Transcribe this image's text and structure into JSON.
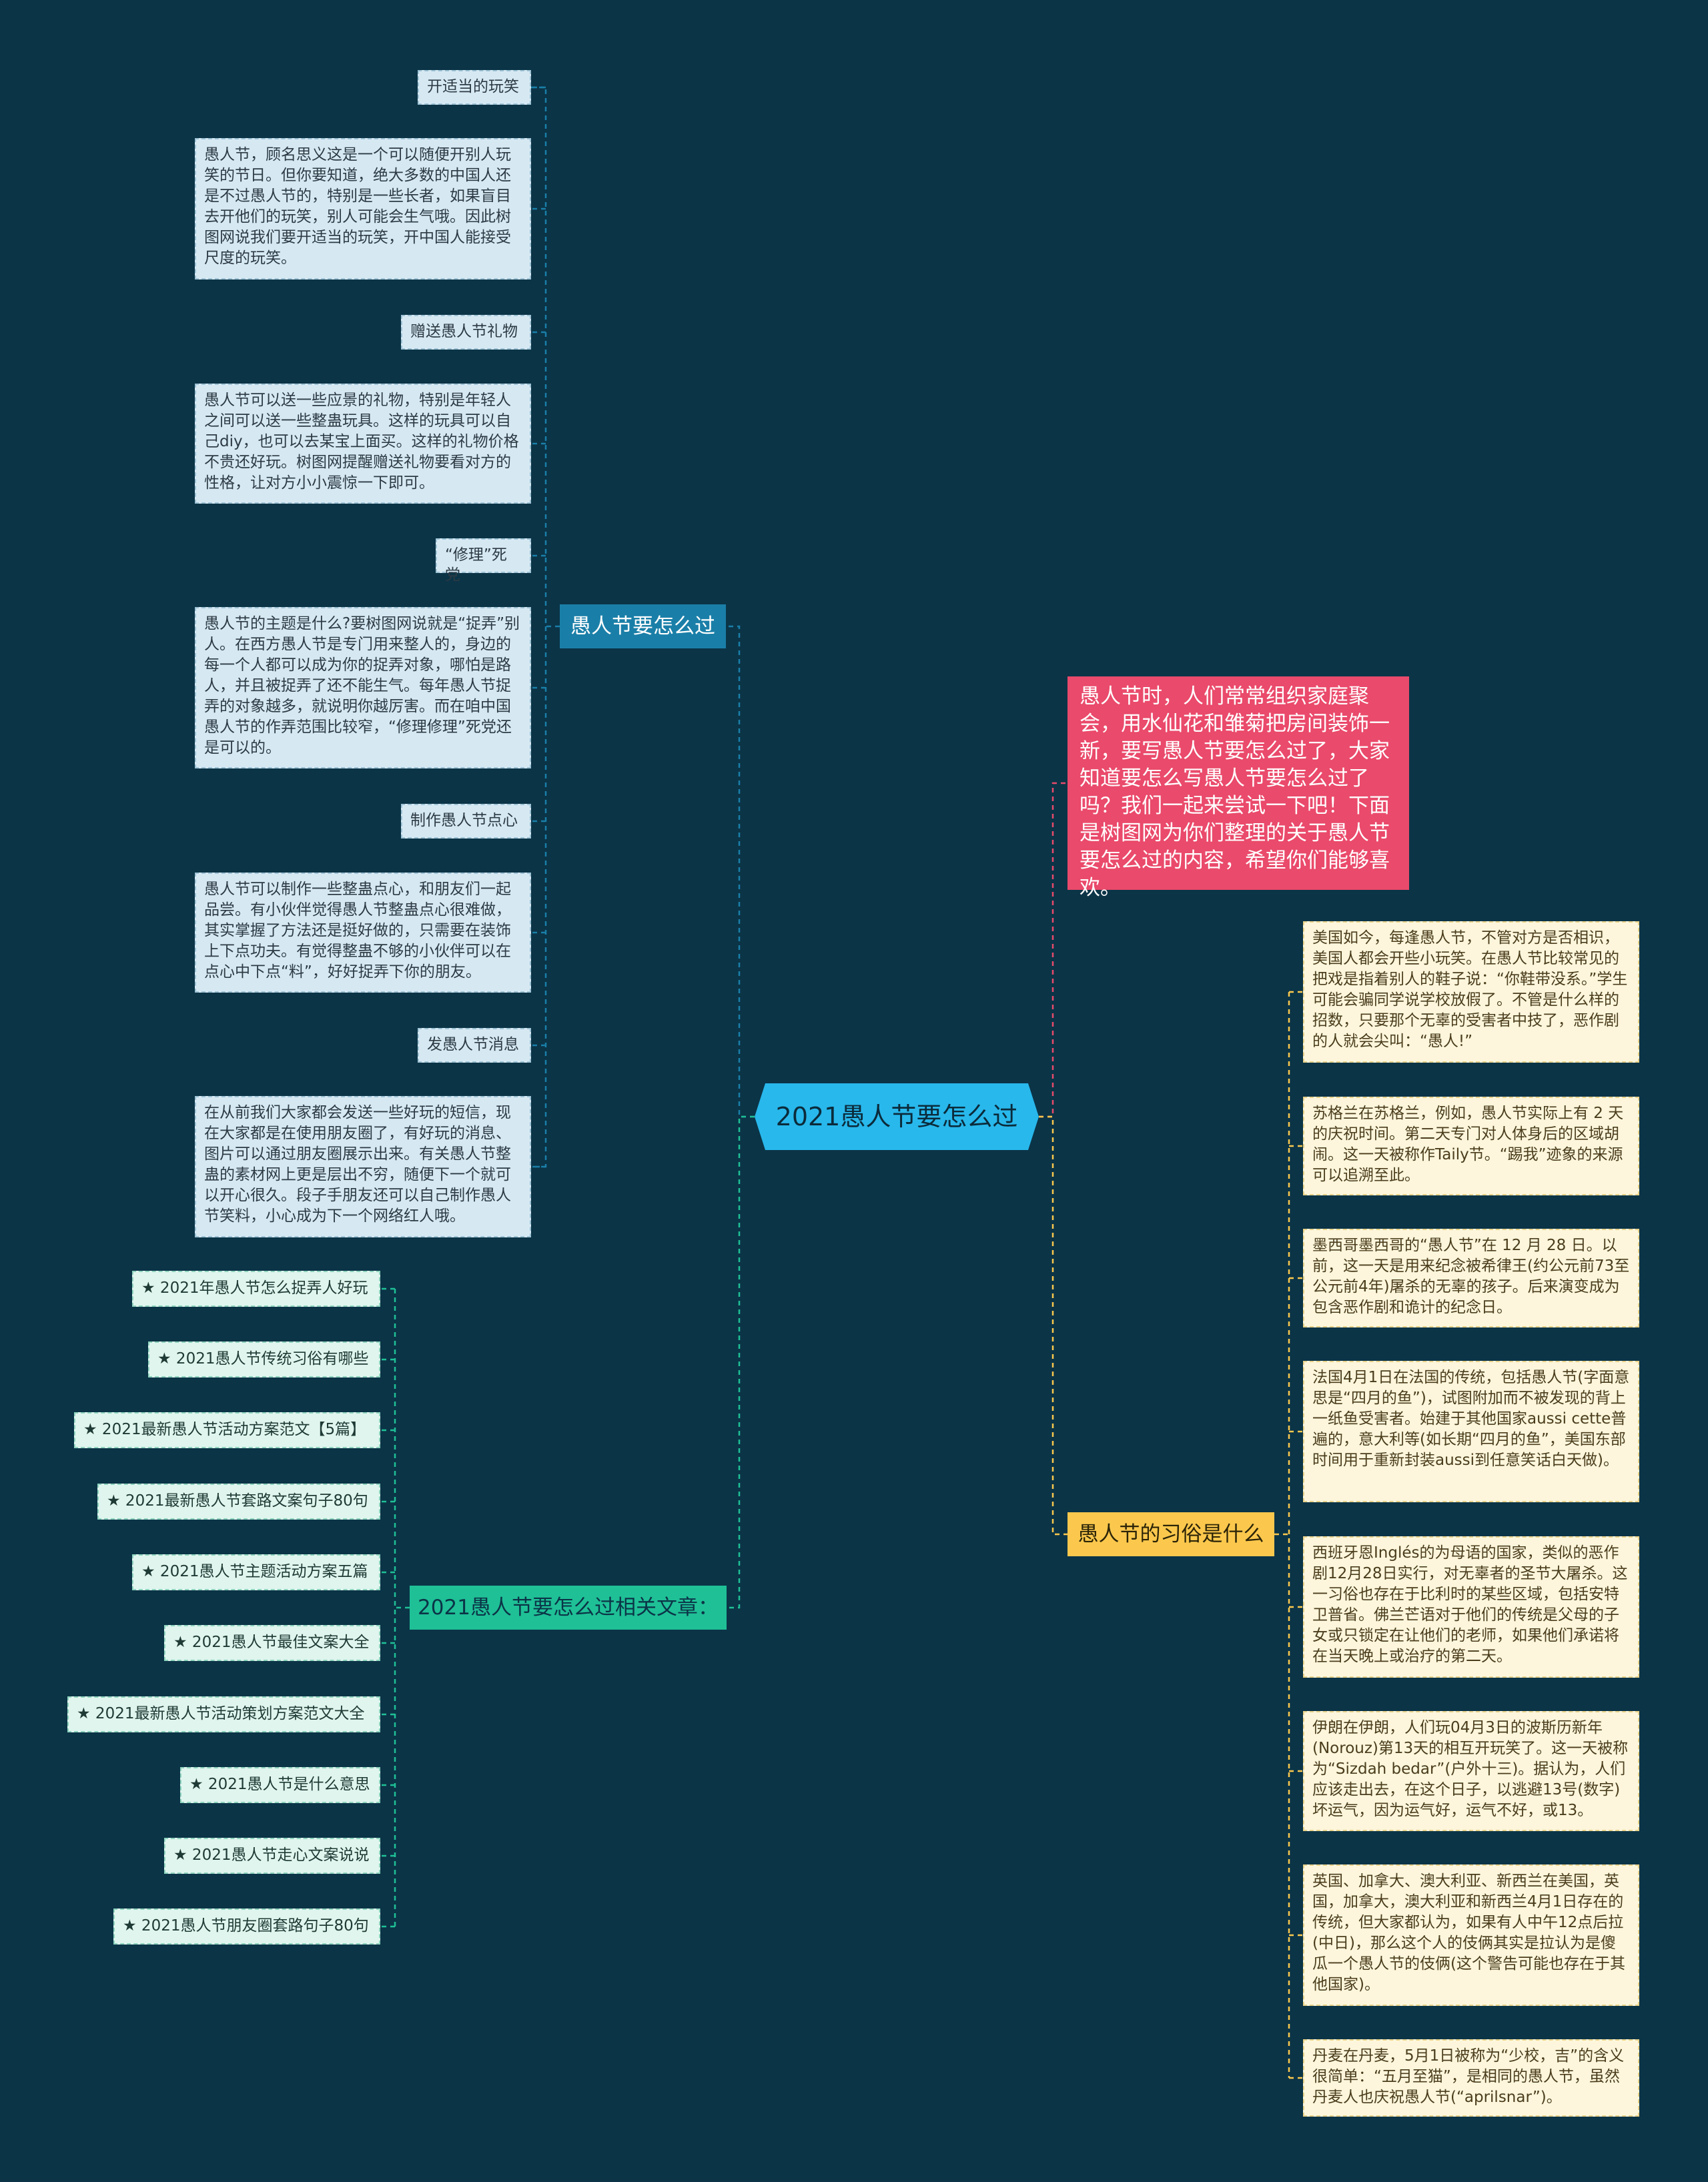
{
  "center": {
    "title": "2021愚人节要怎么过"
  },
  "intro": {
    "text": "愚人节时，人们常常组织家庭聚会，用水仙花和雏菊把房间装饰一新，要写愚人节要怎么过了，大家知道要怎么写愚人节要怎么过了吗？我们一起来尝试一下吧！下面是树图网为你们整理的关于愚人节要怎么过的内容，希望你们能够喜欢。"
  },
  "branch_how": {
    "title": "愚人节要怎么过",
    "items": [
      {
        "label": "开适当的玩笑",
        "text": "愚人节，顾名思义这是一个可以随便开别人玩笑的节日。但你要知道，绝大多数的中国人还是不过愚人节的，特别是一些长者，如果盲目去开他们的玩笑，别人可能会生气哦。因此树图网说我们要开适当的玩笑，开中国人能接受尺度的玩笑。"
      },
      {
        "label": "赠送愚人节礼物",
        "text": "愚人节可以送一些应景的礼物，特别是年轻人之间可以送一些整蛊玩具。这样的玩具可以自己diy，也可以去某宝上面买。这样的礼物价格不贵还好玩。树图网提醒赠送礼物要看对方的性格，让对方小小震惊一下即可。"
      },
      {
        "label": "“修理”死党",
        "text": "愚人节的主题是什么?要树图网说就是“捉弄”别人。在西方愚人节是专门用来整人的，身边的每一个人都可以成为你的捉弄对象，哪怕是路人，并且被捉弄了还不能生气。每年愚人节捉弄的对象越多，就说明你越厉害。而在咱中国愚人节的作弄范围比较窄，“修理修理”死党还是可以的。"
      },
      {
        "label": "制作愚人节点心",
        "text": "愚人节可以制作一些整蛊点心，和朋友们一起品尝。有小伙伴觉得愚人节整蛊点心很难做，其实掌握了方法还是挺好做的，只需要在装饰上下点功夫。有觉得整蛊不够的小伙伴可以在点心中下点“料”，好好捉弄下你的朋友。"
      },
      {
        "label": "发愚人节消息",
        "text": "在从前我们大家都会发送一些好玩的短信，现在大家都是在使用朋友圈了，有好玩的消息、图片可以通过朋友圈展示出来。有关愚人节整蛊的素材网上更是层出不穷，随便下一个就可以开心很久。段子手朋友还可以自己制作愚人节笑料，小心成为下一个网络红人哦。"
      }
    ]
  },
  "branch_related": {
    "title": "2021愚人节要怎么过相关文章：",
    "items": [
      "★ 2021年愚人节怎么捉弄人好玩",
      "★ 2021愚人节传统习俗有哪些",
      "★ 2021最新愚人节活动方案范文【5篇】",
      "★ 2021最新愚人节套路文案句子80句",
      "★ 2021愚人节主题活动方案五篇",
      "★ 2021愚人节最佳文案大全",
      "★ 2021最新愚人节活动策划方案范文大全",
      "★ 2021愚人节是什么意思",
      "★ 2021愚人节走心文案说说",
      "★ 2021愚人节朋友圈套路句子80句"
    ]
  },
  "branch_customs": {
    "title": "愚人节的习俗是什么",
    "items": [
      "美国如今，每逢愚人节，不管对方是否相识，美国人都会开些小玩笑。在愚人节比较常见的把戏是指着别人的鞋子说：“你鞋带没系。”学生可能会骗同学说学校放假了。不管是什么样的招数，只要那个无辜的受害者中技了，恶作剧的人就会尖叫：“愚人!”",
      "苏格兰在苏格兰，例如，愚人节实际上有 2 天的庆祝时间。第二天专门对人体身后的区域胡闹。这一天被称作Taily节。“踢我”迹象的来源可以追溯至此。",
      "墨西哥墨西哥的“愚人节”在 12 月 28 日。以前，这一天是用来纪念被希律王(约公元前73至公元前4年)屠杀的无辜的孩子。后来演变成为包含恶作剧和诡计的纪念日。",
      "法国4月1日在法国的传统，包括愚人节(字面意思是“四月的鱼”)，试图附加而不被发现的背上一纸鱼受害者。始建于其他国家aussi cette普遍的，意大利等(如长期“四月的鱼”，美国东部时间用于重新封装aussi到任意笑话白天做)。",
      "西班牙恩Inglés的为母语的国家，类似的恶作剧12月28日实行，对无辜者的圣节大屠杀。这一习俗也存在于比利时的某些区域，包括安特卫普省。佛兰芒语对于他们的传统是父母的子女或只锁定在让他们的老师，如果他们承诺将在当天晚上或治疗的第二天。",
      "伊朗在伊朗，人们玩04月3日的波斯历新年(Norouz)第13天的相互开玩笑了。这一天被称为“Sizdah bedar”(户外十三)。据认为，人们应该走出去，在这个日子，以逃避13号(数字)坏运气，因为运气好，运气不好，或13。",
      "英国、加拿大、澳大利亚、新西兰在美国，英国，加拿大，澳大利亚和新西兰4月1日存在的传统，但大家都认为，如果有人中午12点后拉(中日)，那么这个人的伎俩其实是拉认为是傻瓜一个愚人节的伎俩(这个警告可能也存在于其他国家)。",
      "丹麦在丹麦，5月1日被称为“少校，吉”的含义很简单：“五月至猫”，是相同的愚人节，虽然丹麦人也庆祝愚人节(“aprilsnar”)。"
    ]
  },
  "colors": {
    "background": "#0b3447",
    "center": "#28b8ec",
    "branch_how": "#1a7fa8",
    "branch_related": "#1fc096",
    "branch_customs": "#fbc84d",
    "intro": "#ea4a6b"
  }
}
